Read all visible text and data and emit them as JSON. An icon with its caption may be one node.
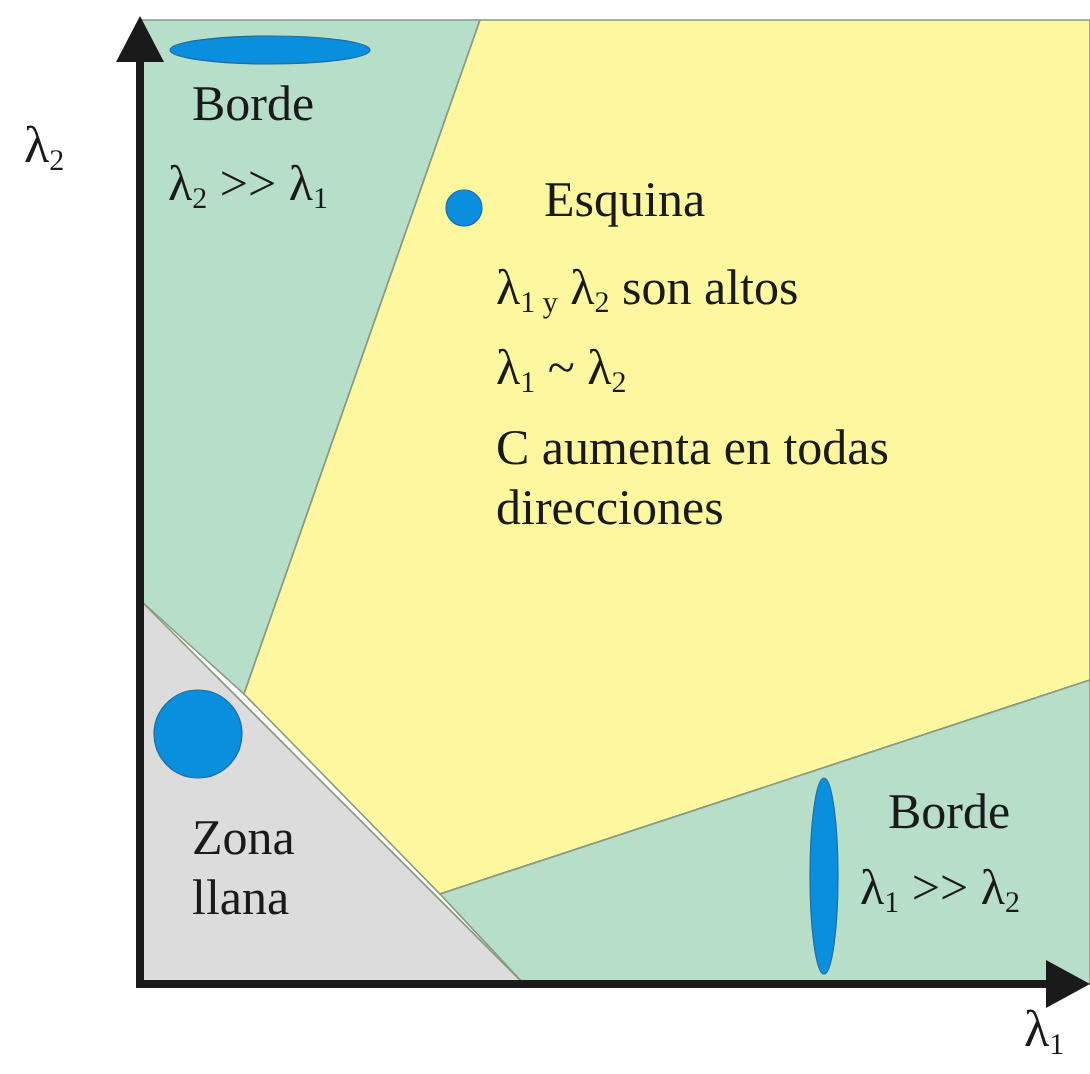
{
  "diagram": {
    "nodes": [
      {
        "text": [
          "Borde",
          "λ$_{2}$ >> λ$_{1}$"
        ]
      },
      {
        "text": [
          "Esquina",
          "λ$_{1 y}$ λ$_{2}$ son altos",
          "λ$_{1}$ ~ λ$_{2}$",
          "C aumenta en todas direcciones"
        ]
      },
      {
        "text": [
          "Zona llana"
        ]
      },
      {
        "text": [
          "Borde",
          "λ$_{1}$ >> λ$_{2}$"
        ]
      }
    ],
    "labels": [
      "λ$_{2}$",
      "λ$_{1}$"
    ]
  }
}
